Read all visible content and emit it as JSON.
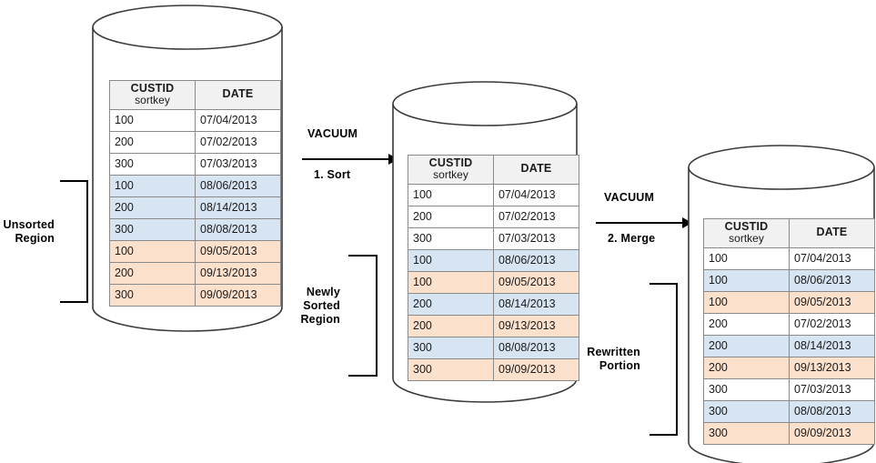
{
  "diagram": {
    "title": "Redshift VACUUM sort and merge diagram",
    "colors": {
      "row_plain": "#ffffff",
      "row_blue": "#d7e4f2",
      "row_orange": "#fbe0cb",
      "header_bg": "#f1f1f1",
      "stroke": "#000000",
      "table_border": "#8a8a8a"
    }
  },
  "table_headers": {
    "custid_main": "CUSTID",
    "custid_sub": "sortkey",
    "date": "DATE"
  },
  "tables": {
    "before": {
      "name": "unsorted-table",
      "rows": [
        {
          "custid": "100",
          "date": "07/04/2013",
          "style": "row-plain"
        },
        {
          "custid": "200",
          "date": "07/02/2013",
          "style": "row-plain"
        },
        {
          "custid": "300",
          "date": "07/03/2013",
          "style": "row-plain"
        },
        {
          "custid": "100",
          "date": "08/06/2013",
          "style": "row-blue"
        },
        {
          "custid": "200",
          "date": "08/14/2013",
          "style": "row-blue"
        },
        {
          "custid": "300",
          "date": "08/08/2013",
          "style": "row-blue"
        },
        {
          "custid": "100",
          "date": "09/05/2013",
          "style": "row-orange"
        },
        {
          "custid": "200",
          "date": "09/13/2013",
          "style": "row-orange"
        },
        {
          "custid": "300",
          "date": "09/09/2013",
          "style": "row-orange"
        }
      ]
    },
    "sorted": {
      "name": "newly-sorted-table",
      "rows": [
        {
          "custid": "100",
          "date": "07/04/2013",
          "style": "row-plain"
        },
        {
          "custid": "200",
          "date": "07/02/2013",
          "style": "row-plain"
        },
        {
          "custid": "300",
          "date": "07/03/2013",
          "style": "row-plain"
        },
        {
          "custid": "100",
          "date": "08/06/2013",
          "style": "row-blue"
        },
        {
          "custid": "100",
          "date": "09/05/2013",
          "style": "row-orange"
        },
        {
          "custid": "200",
          "date": "08/14/2013",
          "style": "row-blue"
        },
        {
          "custid": "200",
          "date": "09/13/2013",
          "style": "row-orange"
        },
        {
          "custid": "300",
          "date": "08/08/2013",
          "style": "row-blue"
        },
        {
          "custid": "300",
          "date": "09/09/2013",
          "style": "row-orange"
        }
      ]
    },
    "merged": {
      "name": "merged-table",
      "rows": [
        {
          "custid": "100",
          "date": "07/04/2013",
          "style": "row-plain"
        },
        {
          "custid": "100",
          "date": "08/06/2013",
          "style": "row-blue"
        },
        {
          "custid": "100",
          "date": "09/05/2013",
          "style": "row-orange"
        },
        {
          "custid": "200",
          "date": "07/02/2013",
          "style": "row-plain"
        },
        {
          "custid": "200",
          "date": "08/14/2013",
          "style": "row-blue"
        },
        {
          "custid": "200",
          "date": "09/13/2013",
          "style": "row-orange"
        },
        {
          "custid": "300",
          "date": "07/03/2013",
          "style": "row-plain"
        },
        {
          "custid": "300",
          "date": "08/08/2013",
          "style": "row-blue"
        },
        {
          "custid": "300",
          "date": "09/09/2013",
          "style": "row-orange"
        }
      ]
    }
  },
  "arrows": {
    "sort": {
      "title": "VACUUM",
      "step": "1. Sort"
    },
    "merge": {
      "title": "VACUUM",
      "step": "2. Merge"
    }
  },
  "captions": {
    "unsorted": "Unsorted\nRegion",
    "newly_sorted": "Newly\nSorted\nRegion",
    "rewritten": "Rewritten\nPortion"
  }
}
